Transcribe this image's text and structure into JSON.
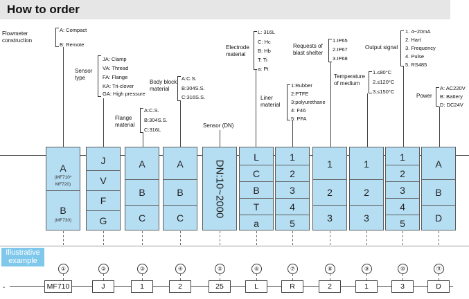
{
  "title": "How to order",
  "illustrative_label": [
    "Illustrative",
    "example"
  ],
  "dash_prefix": "-",
  "columns": [
    {
      "label": "Flowmeter construction",
      "options": [
        "A: Compact",
        "B: Remote"
      ],
      "cells": [
        "A",
        "B"
      ],
      "notes": [
        "(MF710*",
        "MF720)",
        "(MF730)"
      ],
      "index": "①",
      "example": "MF710"
    },
    {
      "label": "Sensor type",
      "options": [
        "JA: Clamp",
        "VA: Thread",
        "FA: Flange",
        "KA: Tri-clover",
        "GA: High pressure"
      ],
      "cells": [
        "J",
        "V",
        "F",
        "G"
      ],
      "index": "②",
      "example": "J"
    },
    {
      "label": "Flange material",
      "options": [
        "A:C.S.",
        "B:304S.S.",
        "C:316L"
      ],
      "cells": [
        "A",
        "B",
        "C"
      ],
      "index": "③",
      "example": "1"
    },
    {
      "label": "Body block material",
      "options": [
        "A:C.S.",
        "B:304S.S.",
        "C:316S.S."
      ],
      "cells": [
        "A",
        "B",
        "C"
      ],
      "index": "④",
      "example": "2"
    },
    {
      "label": "Sensor (DN)",
      "cells": [
        "DN:10~2000"
      ],
      "index": "⑤",
      "example": "25"
    },
    {
      "label": "Electrode material",
      "options": [
        "L: 316L",
        "C: Hc",
        "B: Hb",
        "T: Ti",
        "a: Pt"
      ],
      "cells": [
        "L",
        "C",
        "B",
        "T",
        "a"
      ],
      "index": "⑥",
      "example": "L"
    },
    {
      "label": "Liner material",
      "options": [
        "1:Rubber",
        "2:PTFE",
        "3:polyurethane",
        "4: F46",
        "5: PFA"
      ],
      "cells": [
        "1",
        "2",
        "3",
        "4",
        "5"
      ],
      "index": "⑦",
      "example": "R"
    },
    {
      "label": "Requests of blast shelter",
      "options": [
        "1.IP65",
        "2.IP67",
        "3.IP68"
      ],
      "cells": [
        "1",
        "2",
        "3"
      ],
      "index": "⑧",
      "example": "2"
    },
    {
      "label": "Temperature of medium",
      "options": [
        "1.≤80°C",
        "2.≤120°C",
        "3.≤150°C"
      ],
      "cells": [
        "1",
        "2",
        "3"
      ],
      "index": "⑨",
      "example": "1"
    },
    {
      "label": "Output signal",
      "options": [
        "1. 4~20mA",
        "2. Hart",
        "3. Frequency",
        "4. Pulse",
        "5. RS485"
      ],
      "cells": [
        "1",
        "2",
        "3",
        "4",
        "5"
      ],
      "index": "⑩",
      "example": "3"
    },
    {
      "label": "Power",
      "options": [
        "A: AC220V",
        "B: Battery",
        "D: DC24V"
      ],
      "cells": [
        "A",
        "B",
        "D"
      ],
      "index": "⑪",
      "example": "D"
    }
  ],
  "colors": {
    "cell_fill": "#b5def3",
    "illustrative_fill": "#7fc8ec",
    "title_bar": "#e6e6e6"
  }
}
